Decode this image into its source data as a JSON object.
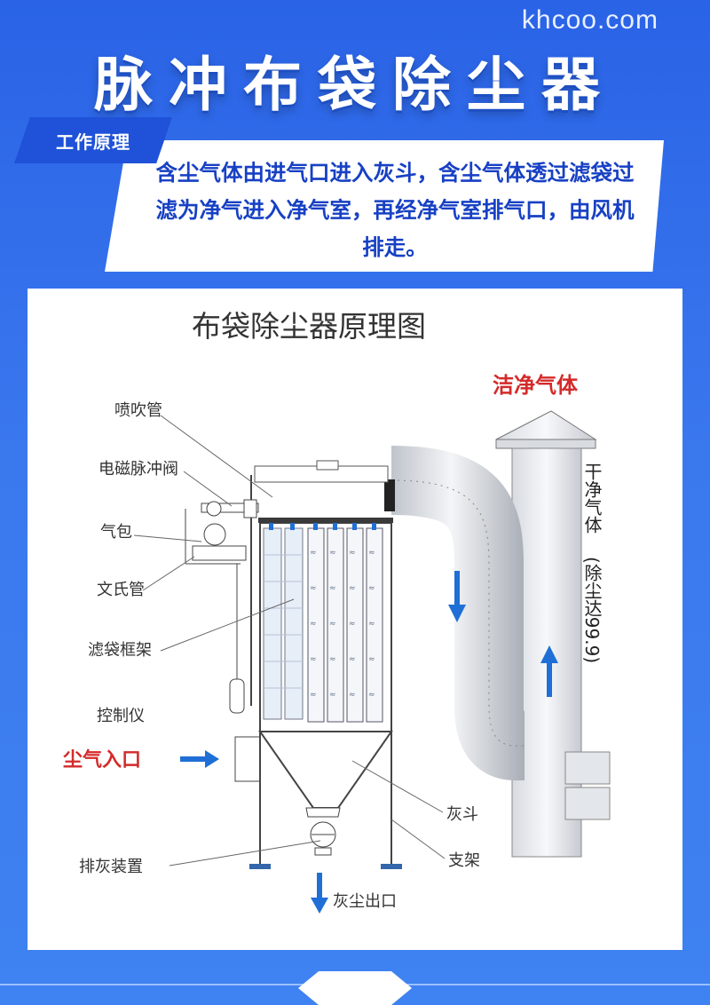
{
  "watermark": "khcoo.com",
  "title": "脉冲布袋除尘器",
  "section_tag": "工作原理",
  "description": "含尘气体由进气口进入灰斗，含尘气体透过滤袋过滤为净气进入净气室，再经净气室排气口，由风机排走。",
  "diagram": {
    "title": "布袋除尘器原理图",
    "labels": {
      "blow_pipe": "喷吹管",
      "pulse_valve": "电磁脉冲阀",
      "air_bag": "气包",
      "venturi": "文氏管",
      "bag_frame": "滤袋框架",
      "controller": "控制仪",
      "dust_inlet": "尘气入口",
      "ash_unloader": "排灰装置",
      "hopper": "灰斗",
      "support": "支架",
      "dust_outlet": "灰尘出口",
      "clean_gas": "洁净气体",
      "dry_gas": "干净气体",
      "dust_removal": "(除尘达99.9)"
    },
    "colors": {
      "red_label": "#d42a2a",
      "arrow_blue": "#1f6fd6"
    }
  }
}
